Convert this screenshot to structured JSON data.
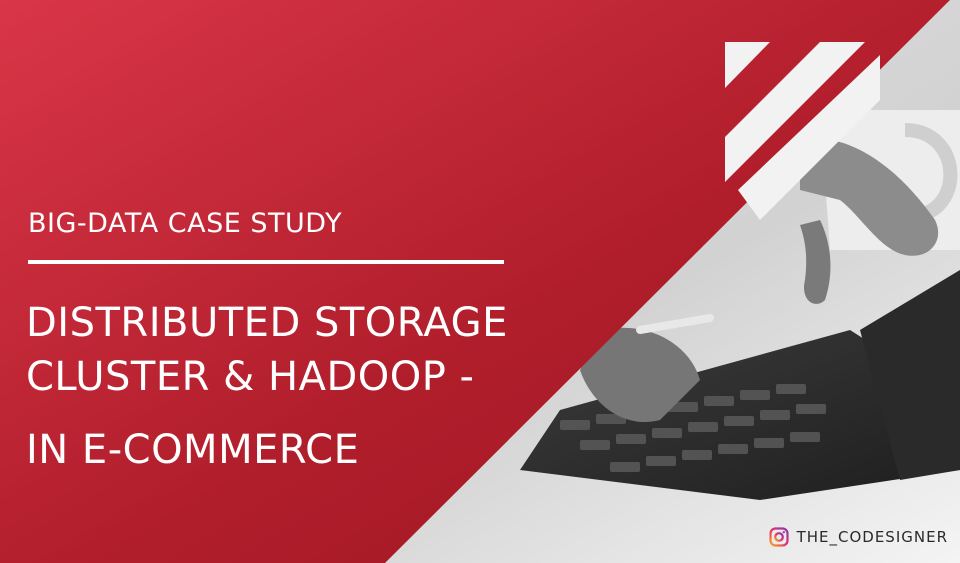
{
  "banner": {
    "subtitle": "BIG-DATA CASE STUDY",
    "title_lines": [
      "DISTRIBUTED STORAGE",
      "CLUSTER & HADOOP -",
      "IN E-COMMERCE"
    ],
    "credit": {
      "icon": "instagram-icon",
      "handle": "THE_CODESIGNER"
    }
  },
  "colors": {
    "red_primary": "#b11e2b",
    "red_light": "#d93648",
    "text": "#ffffff",
    "stripe": "#f2f2f2"
  },
  "photo": {
    "description_icon": "laptop-keyboard-photo"
  }
}
